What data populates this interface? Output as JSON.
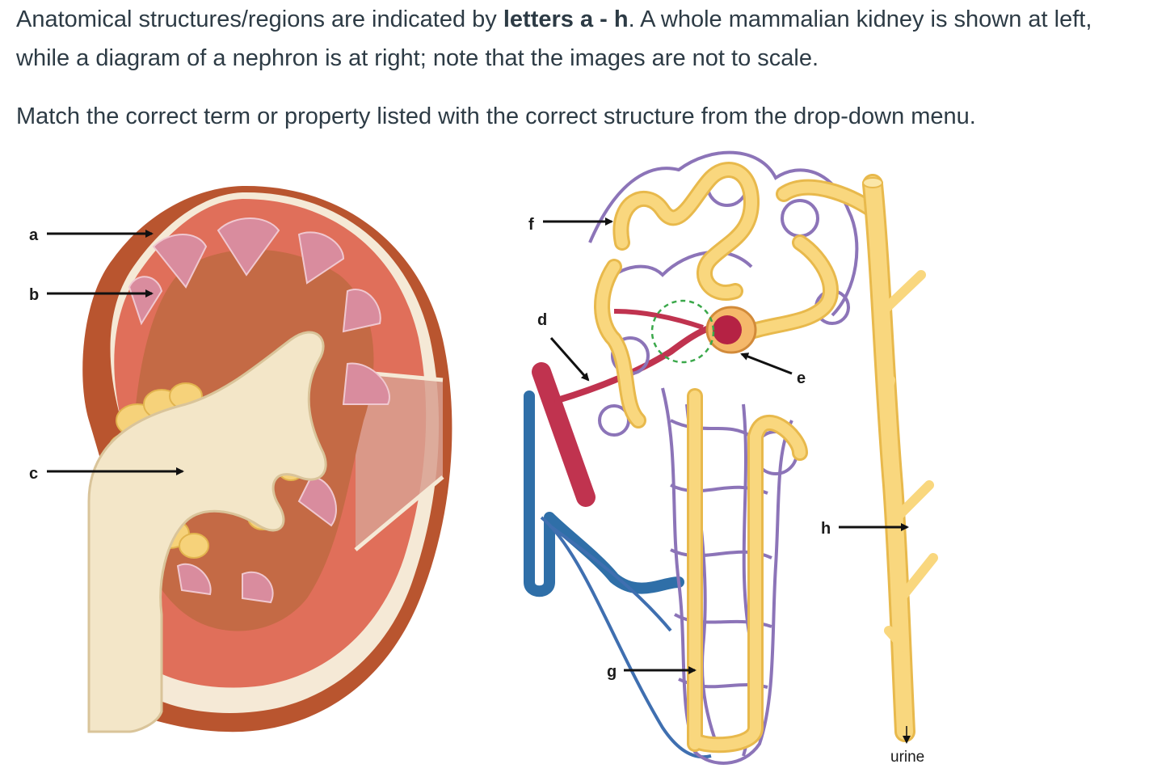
{
  "instructions": {
    "line1_pre": "Anatomical structures/regions are indicated by ",
    "line1_bold": "letters a - h",
    "line1_post": ".  A whole mammalian kidney is shown at left, while a diagram of a nephron is at right; note that the images are not to scale.",
    "line2": "Match the correct term or property listed with the correct structure from the drop-down menu."
  },
  "figure": {
    "labels": {
      "a": "a",
      "b": "b",
      "c": "c",
      "d": "d",
      "e": "e",
      "f": "f",
      "g": "g",
      "h": "h"
    },
    "urine_label": "urine"
  },
  "colors": {
    "text": "#2d3b45",
    "cortex": "#e06f5a",
    "medulla_pyramid": "#d98c9e",
    "capsule": "#a84a28",
    "pelvis": "#f3e6c8",
    "fat": "#f6d27a",
    "tubule": "#f9d77e",
    "capillary": "#8c74b8",
    "artery": "#c0334f",
    "vein": "#2f6fa8"
  }
}
